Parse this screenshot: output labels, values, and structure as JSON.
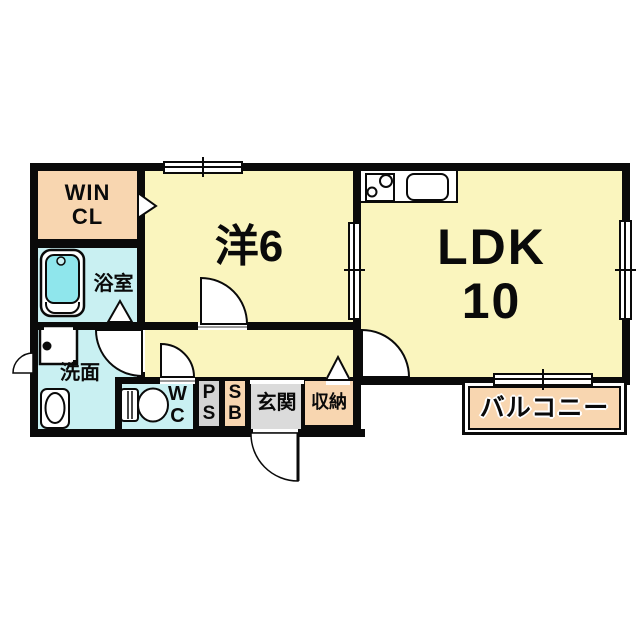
{
  "floorplan": {
    "type": "apartment-floor-plan",
    "rooms": {
      "win_cl": {
        "line1": "WIN",
        "line2": "CL"
      },
      "western_room": {
        "label": "洋6"
      },
      "ldk": {
        "line1": "LDK",
        "line2": "10"
      },
      "bathroom": {
        "label": "浴室"
      },
      "washroom": {
        "label": "洗面"
      },
      "wc": {
        "line1": "W",
        "line2": "C"
      },
      "ps": {
        "line1": "P",
        "line2": "S"
      },
      "sb": {
        "line1": "S",
        "line2": "B"
      },
      "entrance": {
        "label": "玄関"
      },
      "storage": {
        "label": "収納"
      },
      "balcony": {
        "label": "バルコニー"
      }
    },
    "colors": {
      "room_yellow": "#FAF5BE",
      "accent_peach": "#F8D6B0",
      "wet_cyan": "#C9F0F2",
      "tub_cyan": "#8FE6EC",
      "ps_gray": "#D4D4D4",
      "entrance_gray": "#DBDBDB",
      "wall_black": "#0A0A0A",
      "outline_gray": "#9A9A9A"
    },
    "icons": [
      "bathtub-icon",
      "washing-machine-icon",
      "washbasin-icon",
      "toilet-icon",
      "stove-icon",
      "kitchen-sink-icon",
      "door-swing-icon",
      "window-icon",
      "folding-door-icon",
      "entrance-door-icon"
    ]
  }
}
